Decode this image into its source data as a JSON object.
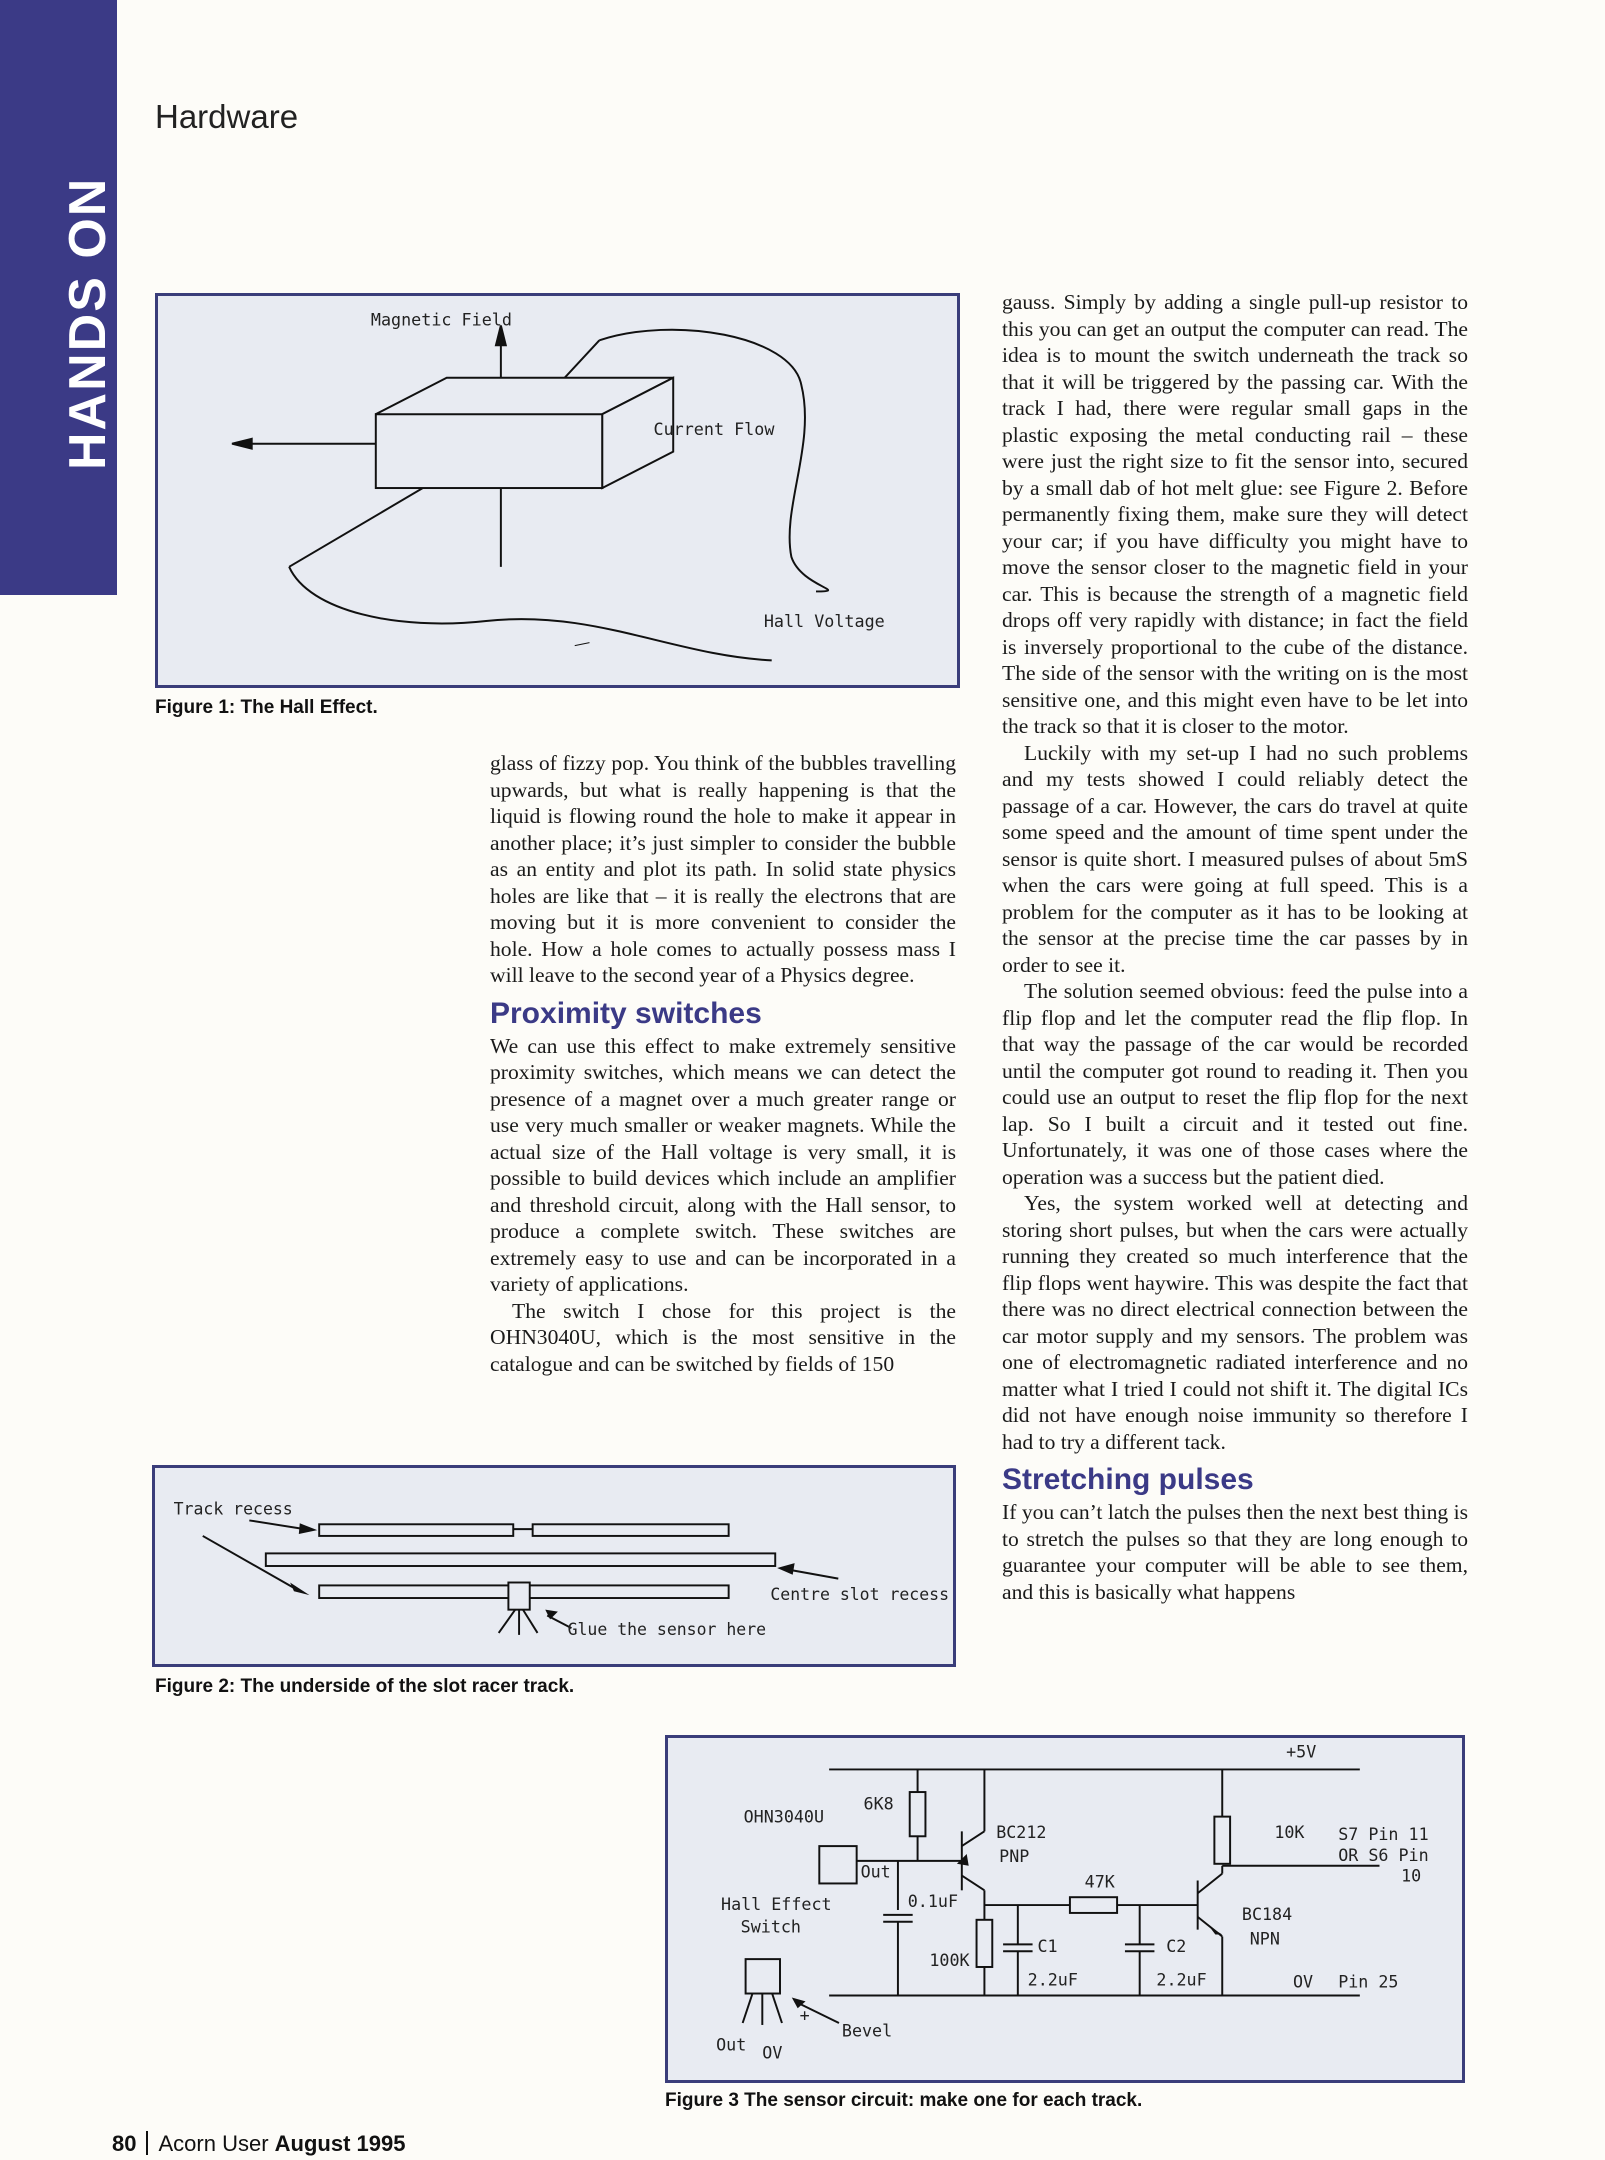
{
  "side_tab": "HANDS ON",
  "section": "Hardware",
  "figure1": {
    "labels": {
      "magnetic_field": "Magnetic Field",
      "current_flow": "Current Flow",
      "hall_voltage": "Hall Voltage"
    },
    "caption": "Figure 1: The Hall Effect."
  },
  "figure2": {
    "labels": {
      "track_recess": "Track recess",
      "centre_slot_recess": "Centre slot recess",
      "glue": "Glue the sensor here"
    },
    "caption": "Figure 2: The underside of the slot racer track."
  },
  "figure3": {
    "labels": {
      "v5": "+5V",
      "ohn": "OHN3040U",
      "r6k8": "6K8",
      "out_pin": "Out",
      "bc212": "BC212",
      "pnp": "PNP",
      "r10k": "10K",
      "s7": "S7 Pin 11",
      "or_s6": "OR S6 Pin",
      "pin10": "10",
      "hall1": "Hall Effect",
      "hall2": "Switch",
      "c01": "0.1uF",
      "r47k": "47K",
      "bc184": "BC184",
      "npn": "NPN",
      "r100k": "100K",
      "c1": "C1",
      "c1v": "2.2uF",
      "c2": "C2",
      "c2v": "2.2uF",
      "ov": "OV",
      "pin25": "Pin 25",
      "bevel": "Bevel",
      "plus": "+",
      "leg_out": "Out",
      "leg_ov": "OV"
    },
    "caption": "Figure 3 The sensor circuit: make one for each track."
  },
  "middle_column": {
    "p1": "glass of fizzy pop. You think of the bubbles travelling upwards, but what is really happening is that the liquid is flowing round the hole to make it appear in another place; it’s just simpler to consider the bubble as an entity and plot its path. In solid state physics holes are like that – it is really the electrons that are moving but it is more convenient to consider the hole. How a hole comes to actually possess mass I will leave to the second year of a Physics degree.",
    "h_proximity": "Proximity switches",
    "p2": "We can use this effect to make extremely sensitive proximity switches, which means we can detect the presence of a magnet over a much greater range or use very much smaller or weaker magnets. While the actual size of the Hall voltage is very small, it is possible to build devices which include an amplifier and threshold circuit, along with the Hall sensor, to produce a complete switch. These switches are extremely easy to use and can be incorporated in a variety of applications.",
    "p3": "The switch I chose for this project is the OHN3040U, which is the most sensitive in the catalogue and can be switched by fields of 150"
  },
  "right_column": {
    "p1": "gauss. Simply by adding a single pull-up resistor to this you can get an output the computer can read. The idea is to mount the switch underneath the track so that it will be triggered by the passing car. With the track I had, there were regular small gaps in the plastic exposing the metal conducting rail – these were just the right size to fit the sensor into, secured by a small dab of hot melt glue: see Figure 2. Before permanently fixing them, make sure they will detect your car; if you have difficulty you might have to move the sensor closer to the magnetic field in your car. This is because the strength of a magnetic field drops off very rapidly with distance; in fact the field is inversely proportional to the cube of the distance. The side of the sensor with the writing on is the most sensitive one, and this might even have to be let into the track so that it is closer to the motor.",
    "p2": "Luckily with my set-up I had no such problems and my tests showed I could reliably detect the passage of a car. However, the cars do travel at quite some speed and the amount of time spent under the sensor is quite short. I measured pulses of about 5mS when the cars were going at full speed. This is a problem for the computer as it has to be looking at the sensor at the precise time the car passes by in order to see it.",
    "p3": "The solution seemed obvious: feed the pulse into a flip flop and let the computer read the flip flop. In that way the passage of the car would be recorded until the computer got round to reading it. Then you could use an output to reset the flip flop for the next lap. So I built a circuit and it tested out fine. Unfortunately, it was one of those cases where the operation was a success but the patient died.",
    "p4": "Yes, the system worked well at detecting and storing short pulses, but when the cars were actually running they created so much interference that the flip flops went haywire. This was despite the fact that there was no direct electrical connection between the car motor supply and my sensors. The problem was one of electromagnetic radiated interference and no matter what I tried I could not shift it. The digital ICs did not have enough noise immunity so therefore I had to try a different tack.",
    "h_stretching": "Stretching pulses",
    "p5": "If you can’t latch the pulses then the next best thing is to stretch the pulses so that they are long enough to guarantee your computer will be able to see them, and this is basically what happens"
  },
  "footer": {
    "page": "80",
    "magazine": "Acorn User",
    "issue": "August 1995"
  }
}
